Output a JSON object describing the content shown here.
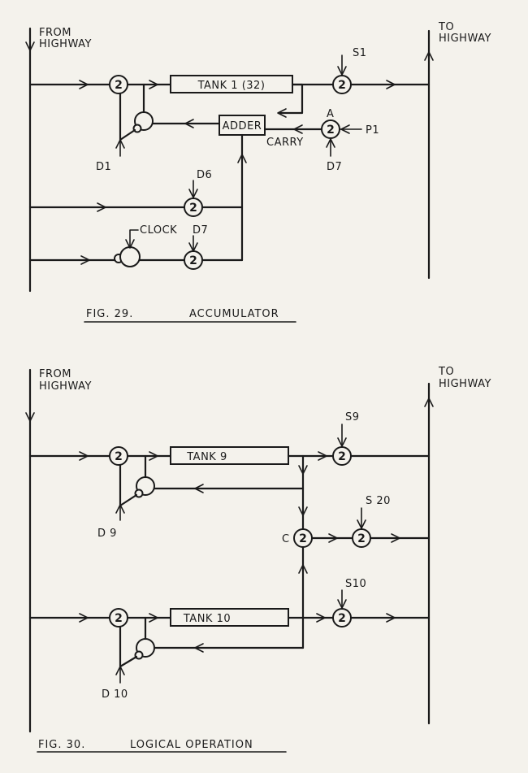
{
  "fig29": {
    "from_highway_1": "FROM",
    "from_highway_2": "HIGHWAY",
    "to_highway_1": "TO",
    "to_highway_2": "HIGHWAY",
    "tank": "TANK 1  (32)",
    "adder": "ADDER",
    "carry": "CARRY",
    "node_label": "2",
    "s1": "S1",
    "a": "A",
    "p1": "P1",
    "d7_a": "D7",
    "d1": "D1",
    "d6": "D6",
    "clock": "CLOCK",
    "d7_b": "D7",
    "caption_num": "FIG. 29.",
    "caption_title": "ACCUMULATOR"
  },
  "fig30": {
    "from_highway_1": "FROM",
    "from_highway_2": "HIGHWAY",
    "to_highway_1": "TO",
    "to_highway_2": "HIGHWAY",
    "tank9": "TANK 9",
    "tank10": "TANK 10",
    "node_label": "2",
    "s9": "S9",
    "s20": "S 20",
    "s10": "S10",
    "c": "C",
    "d9": "D 9",
    "d10": "D 10",
    "caption_num": "FIG. 30.",
    "caption_title": "LOGICAL   OPERATION"
  }
}
